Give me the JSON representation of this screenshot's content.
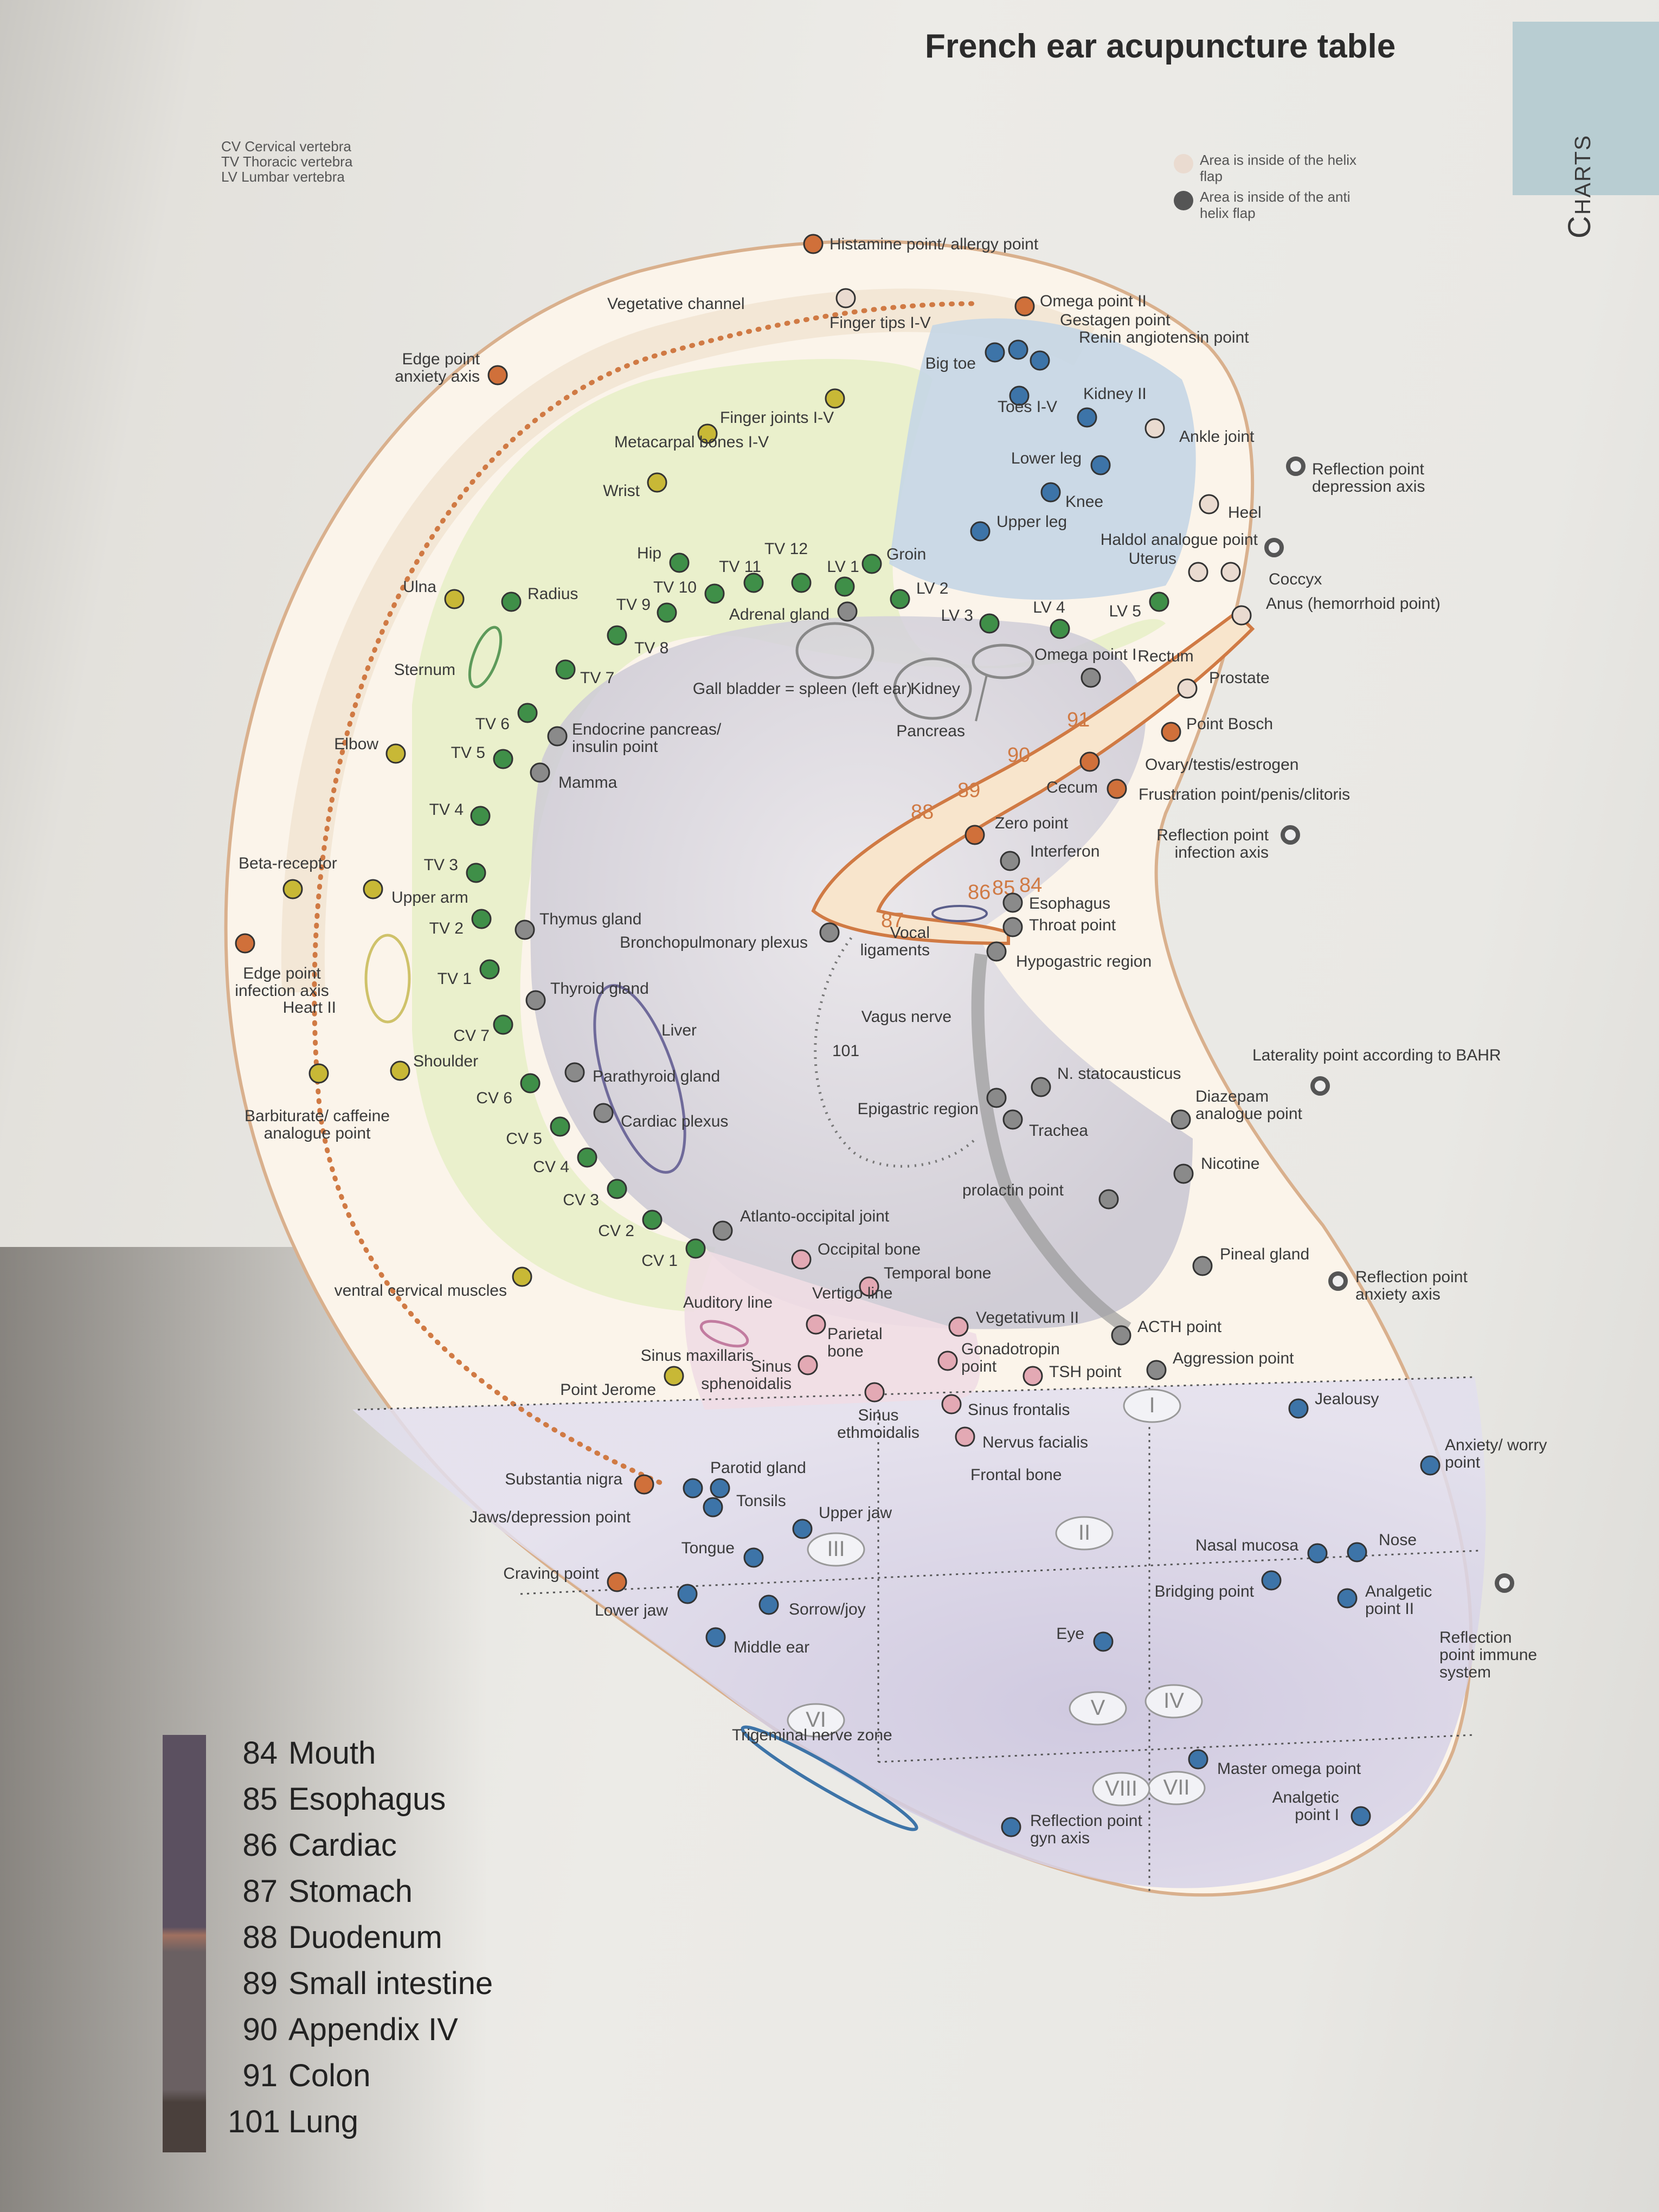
{
  "header": {
    "title": "French ear acupuncture table",
    "tab_label": "Charts"
  },
  "abbreviations": [
    "CV  Cervical vertebra",
    "TV  Thoracic vertebra",
    "LV  Lumbar vertebra"
  ],
  "key": {
    "helix": "Area is inside of the helix flap",
    "antihelix": "Area is inside of the anti helix flap"
  },
  "colors": {
    "orange_point": "#d0703a",
    "yellow_point": "#c8b836",
    "green_point": "#3f8f48",
    "blue_point": "#3d74a8",
    "gray_point": "#8a8a8a",
    "pink_point": "#e3a9b4",
    "helix_dot": "#eadbd0",
    "outline": "#d27a44"
  },
  "points": [
    {
      "label": "Histamine point/ allergy point",
      "c": "orange"
    },
    {
      "label": "Omega point II",
      "c": "orange"
    },
    {
      "label": "Gestagen point",
      "c": "blue"
    },
    {
      "label": "Renin angiotensin point",
      "c": "blue"
    },
    {
      "label": "Kidney II",
      "c": "blue"
    },
    {
      "label": "Ankle joint",
      "c": "helix"
    },
    {
      "label": "Big toe",
      "c": "blue"
    },
    {
      "label": "Toes I-V",
      "c": "blue"
    },
    {
      "label": "Edge point anxiety axis",
      "c": "orange"
    },
    {
      "label": "Vegetative channel",
      "c": "none"
    },
    {
      "label": "Finger tips I-V",
      "c": "helix"
    },
    {
      "label": "Finger joints I-V",
      "c": "yellow"
    },
    {
      "label": "Metacarpal bones I-V",
      "c": "yellow"
    },
    {
      "label": "Wrist",
      "c": "yellow"
    },
    {
      "label": "Lower leg",
      "c": "blue"
    },
    {
      "label": "Knee",
      "c": "blue"
    },
    {
      "label": "Upper leg",
      "c": "blue"
    },
    {
      "label": "Reflection point depression axis",
      "c": "ring"
    },
    {
      "label": "Heel",
      "c": "helix"
    },
    {
      "label": "Haldol analogue point",
      "c": "ring"
    },
    {
      "label": "Uterus",
      "c": "helix"
    },
    {
      "label": "Coccyx",
      "c": "helix"
    },
    {
      "label": "Anus (hemorrhoid point)",
      "c": "helix"
    },
    {
      "label": "Hip",
      "c": "green"
    },
    {
      "label": "TV 12",
      "c": "green"
    },
    {
      "label": "TV 11",
      "c": "green"
    },
    {
      "label": "TV 10",
      "c": "green"
    },
    {
      "label": "TV 9",
      "c": "green"
    },
    {
      "label": "TV 8",
      "c": "green"
    },
    {
      "label": "TV 7",
      "c": "green"
    },
    {
      "label": "TV 6",
      "c": "green"
    },
    {
      "label": "TV 5",
      "c": "green"
    },
    {
      "label": "TV 4",
      "c": "green"
    },
    {
      "label": "TV 3",
      "c": "green"
    },
    {
      "label": "TV 2",
      "c": "green"
    },
    {
      "label": "TV 1",
      "c": "green"
    },
    {
      "label": "LV 1",
      "c": "green"
    },
    {
      "label": "LV 2",
      "c": "green"
    },
    {
      "label": "LV 3",
      "c": "green"
    },
    {
      "label": "LV 4",
      "c": "green"
    },
    {
      "label": "LV 5",
      "c": "green"
    },
    {
      "label": "Groin",
      "c": "green"
    },
    {
      "label": "Adrenal gland",
      "c": "gray"
    },
    {
      "label": "Ulna",
      "c": "yellow"
    },
    {
      "label": "Radius",
      "c": "green"
    },
    {
      "label": "Sternum",
      "c": "none"
    },
    {
      "label": "Elbow",
      "c": "yellow"
    },
    {
      "label": "Gall bladder = spleen (left ear)",
      "c": "none"
    },
    {
      "label": "Kidney",
      "c": "none"
    },
    {
      "label": "Pancreas",
      "c": "none"
    },
    {
      "label": "Omega point I",
      "c": "gray"
    },
    {
      "label": "Rectum",
      "c": "none"
    },
    {
      "label": "Prostate",
      "c": "helix"
    },
    {
      "label": "Point Bosch",
      "c": "orange"
    },
    {
      "label": "Ovary/testis/estrogen",
      "c": "orange"
    },
    {
      "label": "Cecum",
      "c": "none"
    },
    {
      "label": "Frustration point/penis/clitoris",
      "c": "orange"
    },
    {
      "label": "Endocrine pancreas/ insulin point",
      "c": "gray"
    },
    {
      "label": "Mamma",
      "c": "gray"
    },
    {
      "label": "Zero point",
      "c": "orange"
    },
    {
      "label": "Interferon",
      "c": "gray"
    },
    {
      "label": "Reflection point infection axis",
      "c": "ring"
    },
    {
      "label": "Beta-receptor",
      "c": "yellow"
    },
    {
      "label": "Upper arm",
      "c": "yellow"
    },
    {
      "label": "Thymus gland",
      "c": "gray"
    },
    {
      "label": "Bronchopulmonary plexus",
      "c": "gray"
    },
    {
      "label": "Esophagus",
      "c": "gray"
    },
    {
      "label": "Throat point",
      "c": "gray"
    },
    {
      "label": "Vocal ligaments",
      "c": "none"
    },
    {
      "label": "Hypogastric region",
      "c": "gray"
    },
    {
      "label": "Edge point infection axis",
      "c": "orange"
    },
    {
      "label": "Heart II",
      "c": "none"
    },
    {
      "label": "Thyroid gland",
      "c": "gray"
    },
    {
      "label": "Liver",
      "c": "none"
    },
    {
      "label": "Vagus nerve",
      "c": "none"
    },
    {
      "label": "CV 7",
      "c": "green"
    },
    {
      "label": "Shoulder",
      "c": "yellow"
    },
    {
      "label": "CV 6",
      "c": "green"
    },
    {
      "label": "Parathyroid gland",
      "c": "gray"
    },
    {
      "label": "Barbiturate/ caffeine analogue point",
      "c": "yellow"
    },
    {
      "label": "CV 5",
      "c": "green"
    },
    {
      "label": "Cardiac plexus",
      "c": "gray"
    },
    {
      "label": "CV 4",
      "c": "green"
    },
    {
      "label": "CV 3",
      "c": "green"
    },
    {
      "label": "CV 2",
      "c": "green"
    },
    {
      "label": "CV 1",
      "c": "green"
    },
    {
      "label": "101",
      "c": "none"
    },
    {
      "label": "N. statocausticus",
      "c": "gray"
    },
    {
      "label": "Epigastric region",
      "c": "gray"
    },
    {
      "label": "Trachea",
      "c": "gray"
    },
    {
      "label": "Laterality point according to BAHR",
      "c": "ring"
    },
    {
      "label": "Diazepam analogue point",
      "c": "gray"
    },
    {
      "label": "Nicotine",
      "c": "gray"
    },
    {
      "label": "prolactin point",
      "c": "gray"
    },
    {
      "label": "Atlanto-occipital joint",
      "c": "gray"
    },
    {
      "label": "Occipital bone",
      "c": "pink"
    },
    {
      "label": "Temporal bone",
      "c": "pink"
    },
    {
      "label": "Pineal gland",
      "c": "gray"
    },
    {
      "label": "Reflection point anxiety axis",
      "c": "ring"
    },
    {
      "label": "ventral cervical muscles",
      "c": "yellow"
    },
    {
      "label": "Vertigo line",
      "c": "none"
    },
    {
      "label": "Auditory line",
      "c": "none"
    },
    {
      "label": "Parietal bone",
      "c": "pink"
    },
    {
      "label": "Vegetativum II",
      "c": "pink"
    },
    {
      "label": "Gonadotropin point",
      "c": "pink"
    },
    {
      "label": "ACTH point",
      "c": "gray"
    },
    {
      "label": "TSH point",
      "c": "pink"
    },
    {
      "label": "Aggression point",
      "c": "gray"
    },
    {
      "label": "Sinus maxillaris",
      "c": "none"
    },
    {
      "label": "Point Jerome",
      "c": "yellow"
    },
    {
      "label": "Sinus sphenoidalis",
      "c": "pink"
    },
    {
      "label": "Sinus ethmoidalis",
      "c": "pink"
    },
    {
      "label": "Sinus frontalis",
      "c": "pink"
    },
    {
      "label": "Nervus facialis",
      "c": "pink"
    },
    {
      "label": "Frontal bone",
      "c": "pink"
    },
    {
      "label": "Jealousy",
      "c": "blue"
    },
    {
      "label": "Substantia nigra",
      "c": "orange"
    },
    {
      "label": "Parotid gland",
      "c": "blue"
    },
    {
      "label": "Tonsils",
      "c": "blue"
    },
    {
      "label": "Jaws/depression point",
      "c": "blue"
    },
    {
      "label": "Upper jaw",
      "c": "blue"
    },
    {
      "label": "Anxiety/ worry point",
      "c": "blue"
    },
    {
      "label": "Tongue",
      "c": "blue"
    },
    {
      "label": "Craving point",
      "c": "orange"
    },
    {
      "label": "Nasal mucosa",
      "c": "blue"
    },
    {
      "label": "Nose",
      "c": "blue"
    },
    {
      "label": "Lower jaw",
      "c": "blue"
    },
    {
      "label": "Sorrow/joy",
      "c": "blue"
    },
    {
      "label": "Bridging point",
      "c": "blue"
    },
    {
      "label": "Analgetic point II",
      "c": "blue"
    },
    {
      "label": "Reflection point immune system",
      "c": "ring"
    },
    {
      "label": "Middle ear",
      "c": "blue"
    },
    {
      "label": "Eye",
      "c": "blue"
    },
    {
      "label": "Trigeminal nerve zone",
      "c": "none"
    },
    {
      "label": "Master omega point",
      "c": "blue"
    },
    {
      "label": "Analgetic point I",
      "c": "blue"
    },
    {
      "label": "Reflection point gyn axis",
      "c": "blue"
    }
  ],
  "zones": [
    "I",
    "II",
    "III",
    "IV",
    "V",
    "VI",
    "VII",
    "VIII"
  ],
  "intestine_numbers": [
    "84",
    "85",
    "86",
    "87",
    "88",
    "89",
    "90",
    "91"
  ],
  "legend": [
    {
      "num": "84",
      "name": "Mouth"
    },
    {
      "num": "85",
      "name": "Esophagus"
    },
    {
      "num": "86",
      "name": "Cardiac"
    },
    {
      "num": "87",
      "name": "Stomach"
    },
    {
      "num": "88",
      "name": "Duodenum"
    },
    {
      "num": "89",
      "name": "Small intestine"
    },
    {
      "num": "90",
      "name": "Appendix IV"
    },
    {
      "num": "91",
      "name": "Colon"
    },
    {
      "num": "101",
      "name": "Lung"
    }
  ]
}
